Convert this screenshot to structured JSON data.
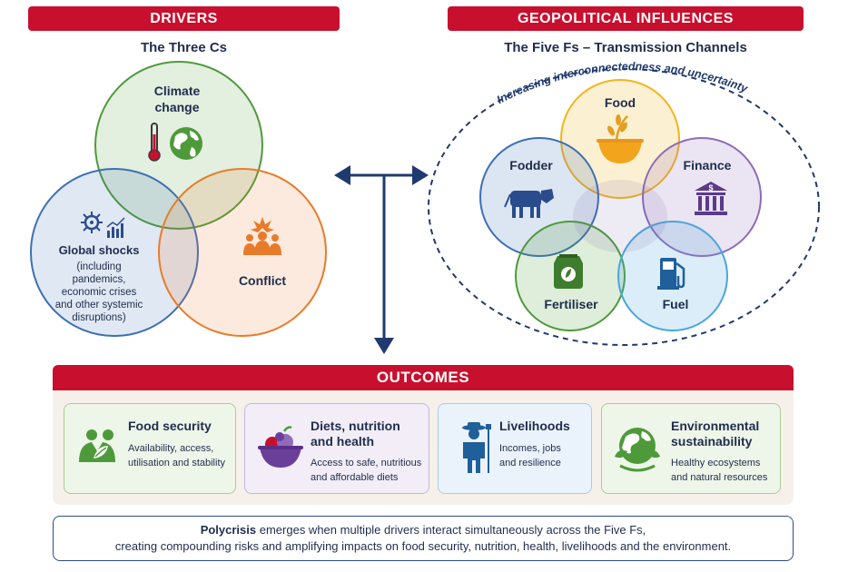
{
  "drivers": {
    "banner": "DRIVERS",
    "subtitle": "The Three Cs",
    "climate": {
      "line1": "Climate",
      "line2": "change"
    },
    "global": {
      "title": "Global shocks",
      "l1": "(including",
      "l2": "pandemics,",
      "l3": "economic crises",
      "l4": "and other systemic",
      "l5": "disruptions)"
    },
    "conflict": "Conflict"
  },
  "geo": {
    "banner": "GEOPOLITICAL INFLUENCES",
    "subtitle": "The Five Fs – Transmission Channels",
    "arc_label": "Increasing interconnectedness and uncertainty",
    "food": "Food",
    "fodder": "Fodder",
    "finance": "Finance",
    "fertiliser": "Fertiliser",
    "fuel": "Fuel"
  },
  "outcomes": {
    "banner": "OUTCOMES",
    "cards": [
      {
        "title1": "Food security",
        "title2": "",
        "desc1": "Availability, access,",
        "desc2": "utilisation and stability"
      },
      {
        "title1": "Diets, nutrition",
        "title2": "and health",
        "desc1": "Access to safe, nutritious",
        "desc2": "and affordable diets"
      },
      {
        "title1": "Livelihoods",
        "title2": "",
        "desc1": "Incomes, jobs",
        "desc2": "and resilience"
      },
      {
        "title1": "Environmental",
        "title2": "sustainability",
        "desc1": "Healthy ecosystems",
        "desc2": "and natural resources"
      }
    ]
  },
  "polycrisis": {
    "bold": "Polycrisis",
    "line1_rest": " emerges when multiple drivers interact simultaneously across the Five Fs,",
    "line2": "creating compounding risks and amplifying impacts on food security, nutrition, health, livelihoods and the environment."
  },
  "colors": {
    "red": "#c8102e",
    "navy": "#1f3a6e",
    "green": "#4e9a3a",
    "blue": "#3d6fb5",
    "orange": "#e87b2a",
    "yellow": "#f2b51c",
    "purple": "#8f6cb8",
    "lightblue": "#4aa6dc"
  },
  "icons": [
    "thermometer-icon",
    "globe-icon",
    "virus-icon",
    "chart-icon",
    "conflict-people-icon",
    "grain-bowl-icon",
    "cow-icon",
    "bank-icon",
    "fertiliser-bag-icon",
    "fuel-pump-icon",
    "hands-leaf-icon",
    "fruit-bowl-icon",
    "farmer-icon",
    "earth-leaf-icon"
  ]
}
